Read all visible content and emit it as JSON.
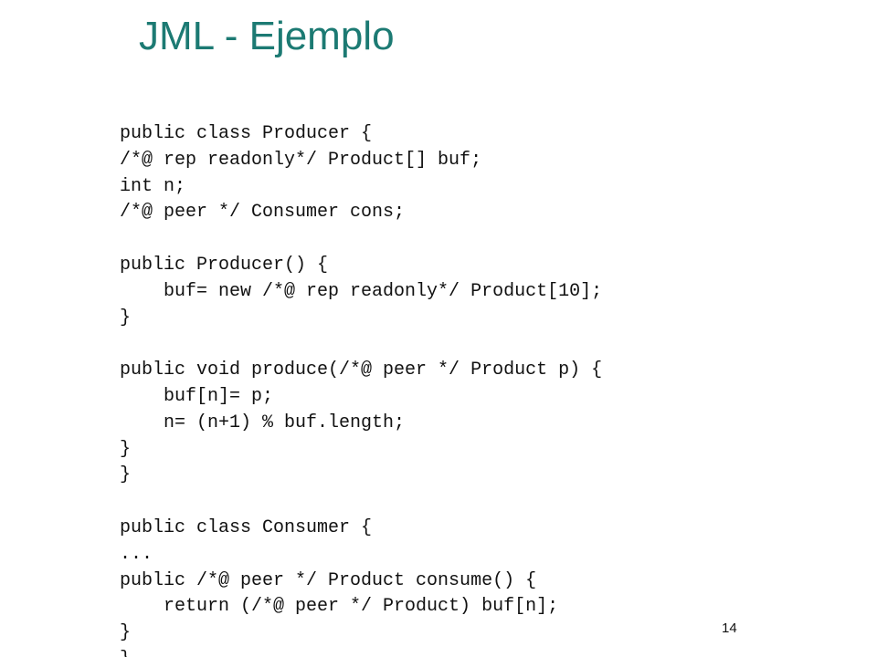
{
  "slide": {
    "title": "JML - Ejemplo",
    "page_number": "14",
    "code_lines": [
      "public class Producer {",
      "/*@ rep readonly*/ Product[] buf;",
      "int n;",
      "/*@ peer */ Consumer cons;",
      "",
      "public Producer() {",
      "    buf= new /*@ rep readonly*/ Product[10];",
      "}",
      "",
      "public void produce(/*@ peer */ Product p) {",
      "    buf[n]= p;",
      "    n= (n+1) % buf.length;",
      "}",
      "}",
      "",
      "public class Consumer {",
      "...",
      "public /*@ peer */ Product consume() {",
      "    return (/*@ peer */ Product) buf[n];",
      "}",
      "}"
    ]
  },
  "colors": {
    "title": "#1c7a73",
    "text": "#111111",
    "background": "#ffffff"
  }
}
